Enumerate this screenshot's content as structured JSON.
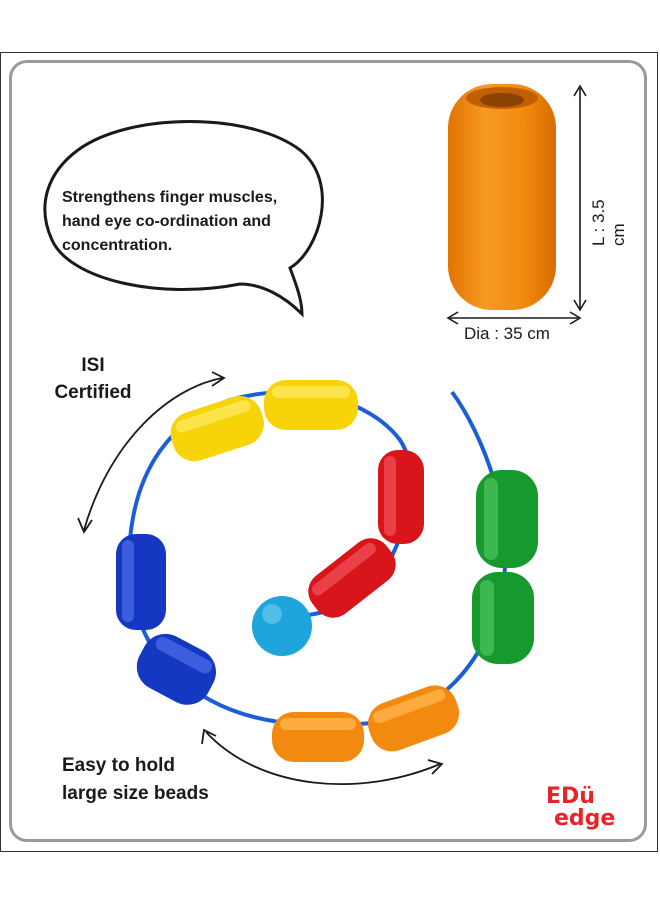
{
  "callout": {
    "lines": [
      "Strengthens finger muscles,",
      "hand eye co-ordination and",
      "concentration."
    ]
  },
  "certification": {
    "lines": [
      "ISI",
      "Certified"
    ]
  },
  "feature": {
    "lines": [
      "Easy to hold",
      "large size beads"
    ]
  },
  "dimensions": {
    "diameter": "Dia : 35 cm",
    "length": "L : 3.5 cm"
  },
  "logo": {
    "line1": "EDü",
    "line2": "edge"
  },
  "colors": {
    "yellow": "#f7d40a",
    "red": "#d8151b",
    "green": "#169a2e",
    "blue": "#1438c2",
    "orange": "#f38a10",
    "sky": "#1da5dc",
    "string": "#1a5fd6",
    "brand": "#e8232a"
  }
}
